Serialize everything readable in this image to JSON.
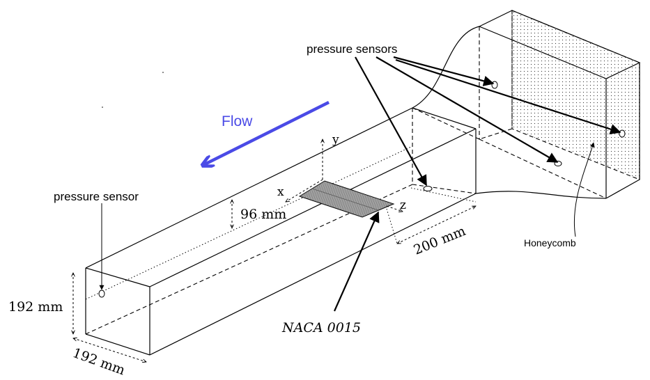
{
  "labels": {
    "flow": "Flow",
    "pressure_sensors": "pressure sensors",
    "pressure_sensor": "pressure sensor",
    "honeycomb": "Honeycomb",
    "airfoil": "NACA 0015",
    "height_dim": "96 mm",
    "length_dim": "200 mm",
    "section_height": "192 mm",
    "section_width": "192 mm",
    "axis_x": "x",
    "axis_y": "y",
    "axis_z": "z"
  },
  "colors": {
    "flow_arrow": "#4a4ae6",
    "airfoil_fill": "#9a9a9a",
    "outline": "#000000"
  },
  "icons": {
    "flow": "arrow-left",
    "sensor": "ellipse"
  }
}
